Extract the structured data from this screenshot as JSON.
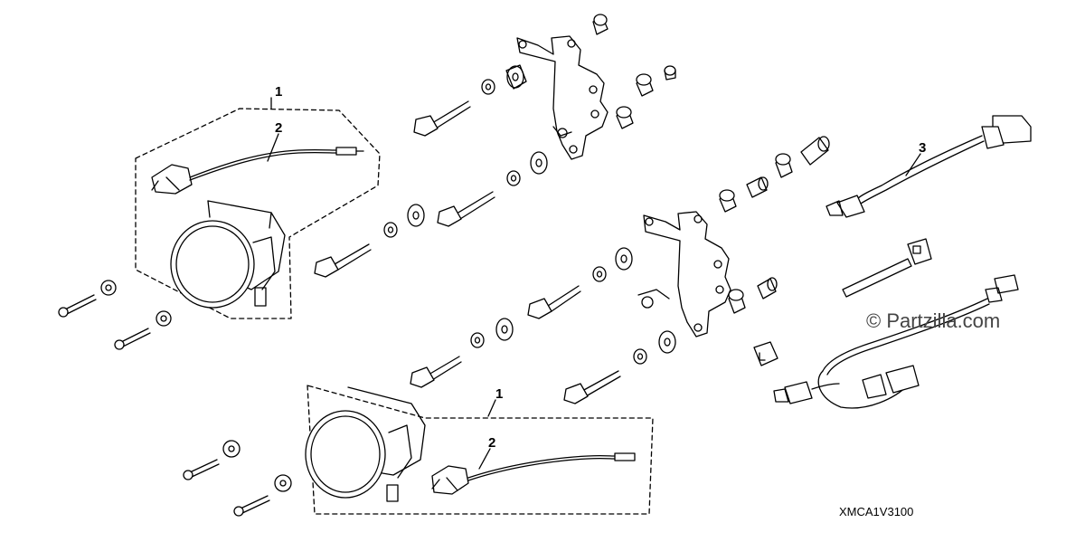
{
  "diagram": {
    "callouts": {
      "lamp_top": "1",
      "bulb_top": "2",
      "lamp_bottom": "1",
      "bulb_bottom": "2",
      "harness": "3"
    },
    "watermark": "© Partzilla.com",
    "drawing_code": "XMCA1V3100"
  }
}
